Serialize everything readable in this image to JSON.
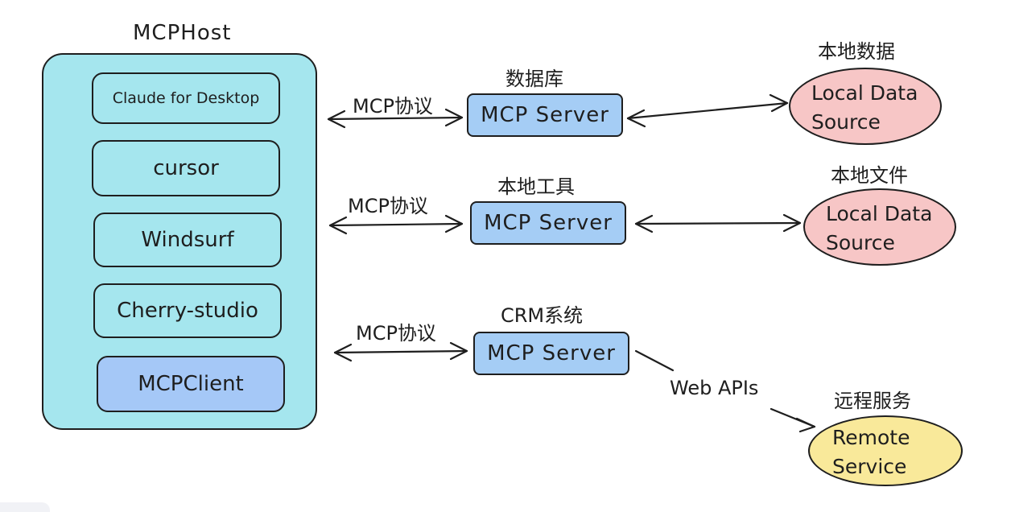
{
  "host": {
    "title": "MCPHost",
    "items": [
      {
        "label": "Claude for Desktop"
      },
      {
        "label": "cursor"
      },
      {
        "label": "Windsurf"
      },
      {
        "label": "Cherry-studio"
      },
      {
        "label": "MCPClient"
      }
    ]
  },
  "rows": [
    {
      "protocol": "MCP协议",
      "server_title": "数据库",
      "server": "MCP Server",
      "target_title": "本地数据",
      "target_line1": "Local Data",
      "target_line2": "Source"
    },
    {
      "protocol": "MCP协议",
      "server_title": "本地工具",
      "server": "MCP Server",
      "target_title": "本地文件",
      "target_line1": "Local Data",
      "target_line2": "Source"
    },
    {
      "protocol": "MCP协议",
      "server_title": "CRM系统",
      "server": "MCP Server",
      "link_label": "Web APIs",
      "target_title": "远程服务",
      "target_line1": "Remote",
      "target_line2": "Service"
    }
  ],
  "colors": {
    "host_fill": "#a5e6ee",
    "server_fill": "#a5cdf5",
    "client_fill": "#a5c8f7",
    "local_fill": "#f7c6c6",
    "remote_fill": "#f9e99a",
    "stroke": "#1e1e1e"
  }
}
